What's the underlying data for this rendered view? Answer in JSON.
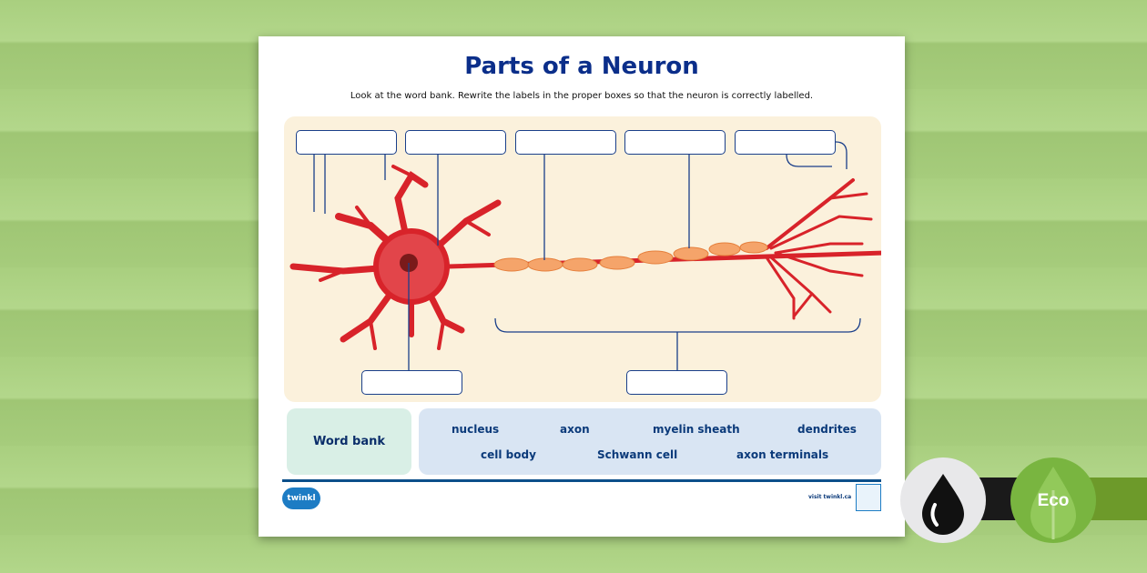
{
  "worksheet": {
    "title": "Parts of a Neuron",
    "instructions": "Look at the word bank. Rewrite the labels in the proper boxes so that the neuron is correctly labelled.",
    "word_bank": {
      "label": "Word bank",
      "words": [
        "nucleus",
        "axon",
        "myelin sheath",
        "dendrites",
        "cell body",
        "Schwann cell",
        "axon terminals"
      ]
    },
    "footer": {
      "logo": "twinkl",
      "visit": "visit twinkl.ca"
    }
  },
  "badges": {
    "ink_icon": "ink-drop-icon",
    "eco_label": "Eco"
  },
  "colors": {
    "title": "#0b2e8a",
    "neuron": "#d8232a",
    "myelin": "#f5a46a",
    "panel": "#fbf1dc",
    "eco": "#79b540"
  }
}
